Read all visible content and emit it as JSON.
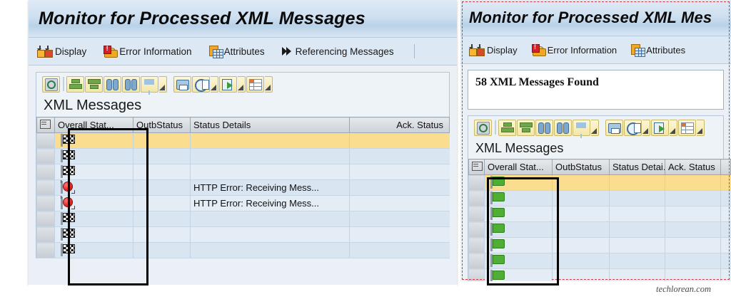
{
  "watermark": "techlorean.com",
  "left_panel": {
    "title": "Monitor for Processed XML Messages",
    "menu": [
      {
        "label": "Display",
        "icon": "display-icon"
      },
      {
        "label": "Error Information",
        "icon": "error-information-icon"
      },
      {
        "label": "Attributes",
        "icon": "attributes-icon"
      },
      {
        "label": "Referencing Messages",
        "icon": "referencing-messages-icon"
      }
    ],
    "toolbar_icons": [
      "detail-search-icon",
      "sort-ascending-icon",
      "sort-descending-icon",
      "find-icon",
      "find-next-icon",
      "filter-icon",
      "print-icon",
      "info-icon",
      "export-icon",
      "layout-icon"
    ],
    "grid_title": "XML Messages",
    "columns": [
      "Overall Stat...",
      "OutbStatus",
      "Status Details",
      "Ack. Status"
    ],
    "rows": [
      {
        "status": "checkered-flag",
        "outb": "",
        "details": "",
        "ack": "",
        "selected": true
      },
      {
        "status": "checkered-flag",
        "outb": "",
        "details": "",
        "ack": "",
        "selected": false
      },
      {
        "status": "checkered-flag",
        "outb": "",
        "details": "",
        "ack": "",
        "selected": false
      },
      {
        "status": "red-led",
        "outb": "",
        "details": "HTTP Error: Receiving Mess...",
        "ack": "",
        "selected": false
      },
      {
        "status": "red-led",
        "outb": "",
        "details": "HTTP Error: Receiving Mess...",
        "ack": "",
        "selected": false
      },
      {
        "status": "checkered-flag",
        "outb": "",
        "details": "",
        "ack": "",
        "selected": false
      },
      {
        "status": "checkered-flag",
        "outb": "",
        "details": "",
        "ack": "",
        "selected": false
      },
      {
        "status": "checkered-flag",
        "outb": "",
        "details": "",
        "ack": "",
        "selected": false
      }
    ]
  },
  "right_panel": {
    "title": "Monitor for Processed XML Mes",
    "menu": [
      {
        "label": "Display",
        "icon": "display-icon"
      },
      {
        "label": "Error Information",
        "icon": "error-information-icon"
      },
      {
        "label": "Attributes",
        "icon": "attributes-icon"
      }
    ],
    "status_message": "58 XML Messages Found",
    "toolbar_icons": [
      "detail-search-icon",
      "sort-ascending-icon",
      "sort-descending-icon",
      "find-icon",
      "find-next-icon",
      "filter-icon",
      "print-icon",
      "info-icon",
      "export-icon",
      "layout-icon"
    ],
    "grid_title": "XML Messages",
    "columns": [
      "Overall Stat...",
      "OutbStatus",
      "Status Detai...",
      "Ack. Status"
    ],
    "rows": [
      {
        "status": "green-flag",
        "outb": "",
        "details": "",
        "ack": "",
        "selected": true
      },
      {
        "status": "green-flag",
        "outb": "",
        "details": "",
        "ack": "",
        "selected": false
      },
      {
        "status": "green-flag",
        "outb": "",
        "details": "",
        "ack": "",
        "selected": false
      },
      {
        "status": "green-flag",
        "outb": "",
        "details": "",
        "ack": "",
        "selected": false
      },
      {
        "status": "green-flag",
        "outb": "",
        "details": "",
        "ack": "",
        "selected": false
      },
      {
        "status": "green-flag",
        "outb": "",
        "details": "",
        "ack": "",
        "selected": false
      },
      {
        "status": "green-flag",
        "outb": "",
        "details": "",
        "ack": "",
        "selected": false
      }
    ]
  },
  "annotations": {
    "left_highlight_label": "overall-status-column-highlight",
    "right_highlight_label": "overall-status-column-highlight"
  },
  "colors": {
    "selected_row": "#fbdd8f",
    "row_odd": "#e4edf6",
    "row_even": "#d9e5f1",
    "panel_bg": "#eaf0f6",
    "error_red": "#e02020",
    "ok_green": "#4fae34"
  }
}
